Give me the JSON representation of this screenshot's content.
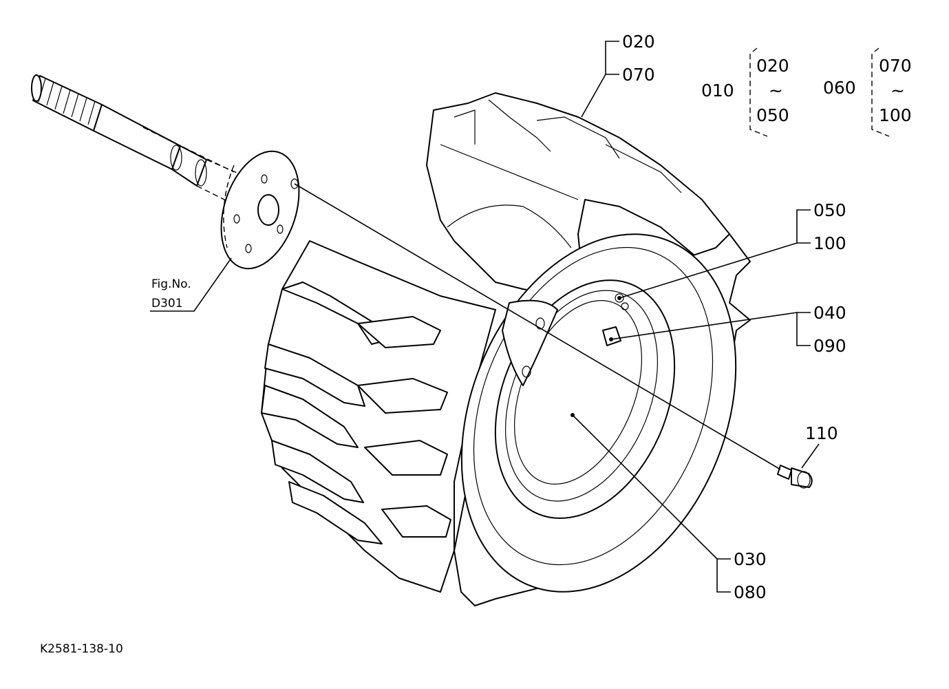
{
  "labels": {
    "l020": "020",
    "l070": "070",
    "l050": "050",
    "l100": "100",
    "l040": "040",
    "l090": "090",
    "l110": "110",
    "l030": "030",
    "l080": "080"
  },
  "groups": {
    "g010": {
      "id": "010",
      "from": "020",
      "sep": "~",
      "to": "050"
    },
    "g060": {
      "id": "060",
      "from": "070",
      "sep": "~",
      "to": "100"
    }
  },
  "figref": {
    "line1": "Fig.No.",
    "line2": "D301"
  },
  "footer": {
    "code": "K2581-138-10"
  },
  "icons": {
    "axle": "axle-shaft-icon",
    "hub": "hub-flange-icon",
    "tire": "tractor-tire-icon",
    "rim": "wheel-rim-icon",
    "bolt": "bolt-icon"
  }
}
